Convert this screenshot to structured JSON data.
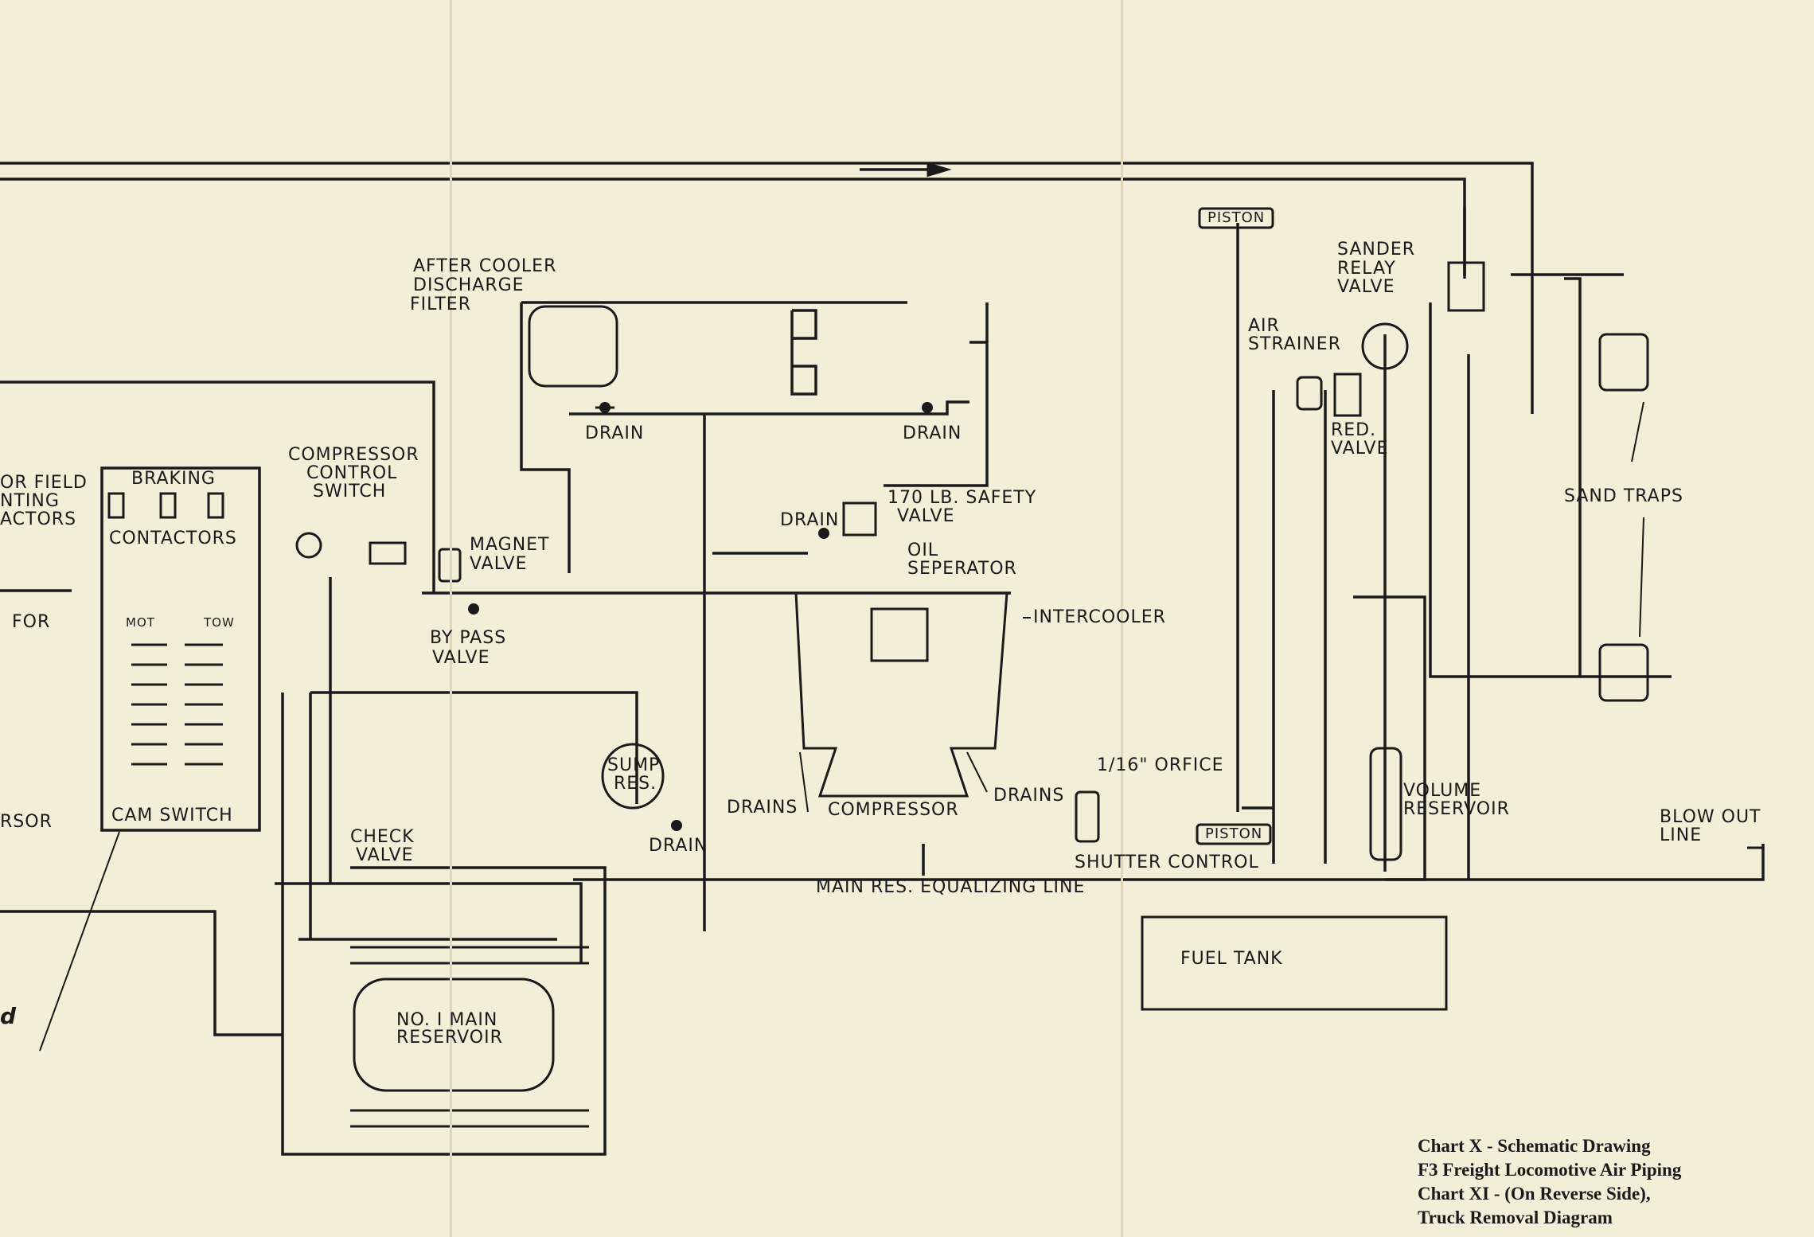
{
  "colors": {
    "paper": "#f3eed7",
    "ink": "#1a1a1a",
    "fold": "#ddd6bd"
  },
  "labels": {
    "motor_field": [
      "OR FIELD",
      "NTING",
      "ACTORS"
    ],
    "braking": "BRAKING",
    "contactors": "CONTACTORS",
    "for": "FOR",
    "mot": "MOT",
    "tow": "TOW",
    "cam_switch": "CAM SWITCH",
    "rsor": "RSOR",
    "fragment_d": "d",
    "compressor_control_switch": [
      "COMPRESSOR",
      "CONTROL",
      "SWITCH"
    ],
    "after_cooler": [
      "AFTER COOLER",
      "DISCHARGE",
      "FILTER"
    ],
    "drain": "DRAIN",
    "magnet_valve": [
      "MAGNET",
      "VALVE"
    ],
    "by_pass_valve": [
      "BY PASS",
      "VALVE"
    ],
    "safety_valve": [
      "170 LB. SAFETY",
      "VALVE"
    ],
    "oil_separator": [
      "OIL",
      "SEPERATOR"
    ],
    "intercooler": "INTERCOOLER",
    "sump_res": [
      "SUMP",
      "RES."
    ],
    "drains": "DRAINS",
    "compressor": "COMPRESSOR",
    "check_valve": [
      "CHECK",
      "VALVE"
    ],
    "main_reservoir": [
      "NO. I MAIN",
      "RESERVOIR"
    ],
    "orifice": "1/16\" ORFICE",
    "shutter_control": "SHUTTER CONTROL",
    "main_res_eq_line": "MAIN RES. EQUALIZING LINE",
    "piston": "PISTON",
    "sander_relay_valve": [
      "SANDER",
      "RELAY",
      "VALVE"
    ],
    "air_strainer": [
      "AIR",
      "STRAINER"
    ],
    "red_valve": [
      "RED.",
      "VALVE"
    ],
    "sand_traps": "SAND TRAPS",
    "volume_reservoir": [
      "VOLUME",
      "RESERVOIR"
    ],
    "blow_out_line": [
      "BLOW OUT",
      "LINE"
    ],
    "fuel_tank": "FUEL TANK"
  },
  "caption": [
    "Chart X - Schematic Drawing",
    "F3 Freight Locomotive Air Piping",
    "Chart XI - (On Reverse Side),",
    "Truck Removal Diagram"
  ]
}
